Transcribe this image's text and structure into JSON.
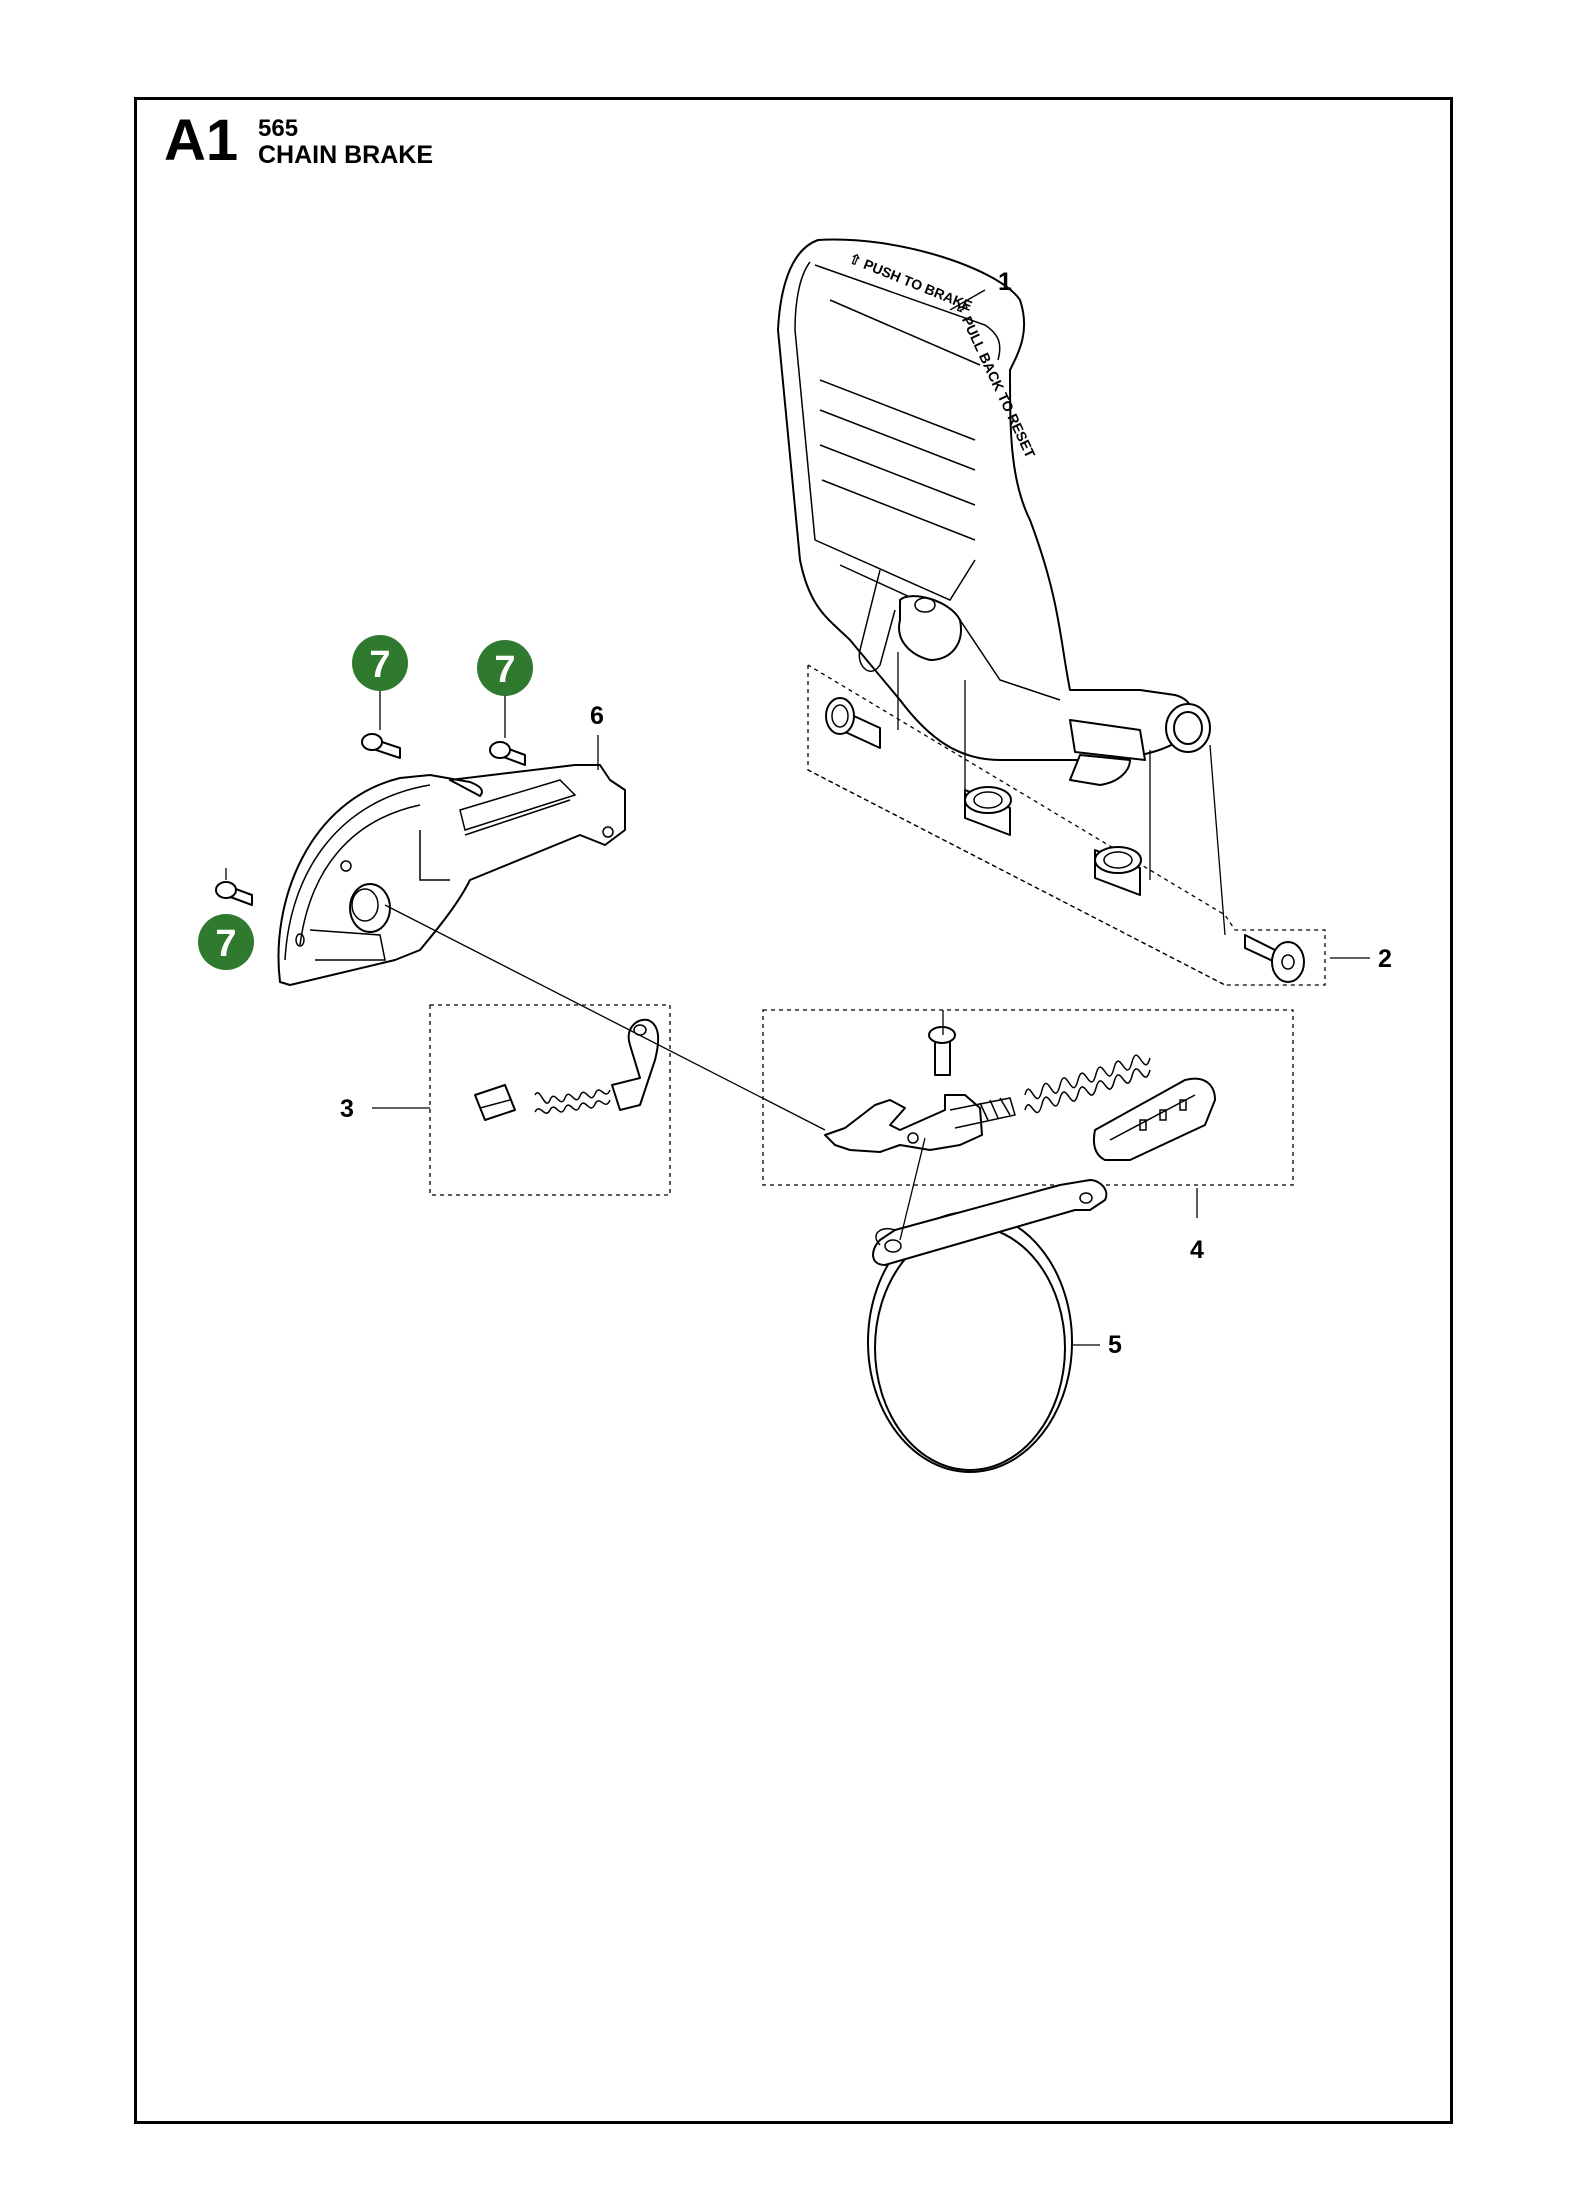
{
  "header": {
    "section_code": "A1",
    "model_number": "565",
    "section_title": "CHAIN BRAKE"
  },
  "handguard": {
    "label_upper": "⇧ PUSH TO BRAKE",
    "label_lower": "⇩ PULL BACK TO RESET"
  },
  "callouts": [
    {
      "id": "1",
      "label": "1"
    },
    {
      "id": "2",
      "label": "2"
    },
    {
      "id": "3",
      "label": "3"
    },
    {
      "id": "4",
      "label": "4"
    },
    {
      "id": "5",
      "label": "5"
    },
    {
      "id": "6",
      "label": "6"
    }
  ],
  "badges": [
    {
      "label": "7"
    },
    {
      "label": "7"
    },
    {
      "label": "7"
    }
  ],
  "colors": {
    "badge_fill": "#2f7a2f",
    "line": "#000000",
    "background": "#ffffff"
  }
}
